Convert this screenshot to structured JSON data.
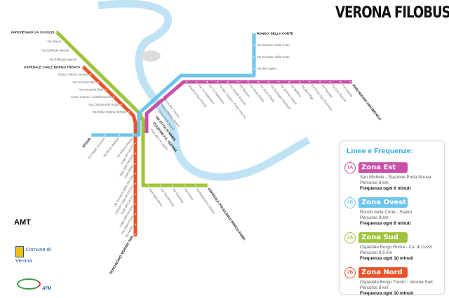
{
  "title": "VERONA FILOBUS",
  "colors": {
    "river": "#bfe3f5",
    "zona_est": "#c94fa8",
    "zona_ovest": "#6cc5ea",
    "zona_sud": "#9dc43a",
    "zona_nord": "#e8542a"
  },
  "legend": {
    "title": "Linee e Frequenze:",
    "zones": [
      {
        "code": "1A",
        "name": "Zona Est",
        "color": "#c94fa8",
        "route": "San Michele - Stazione Porta Nuova",
        "length": "Percorso 8 km",
        "frequency": "Frequenza ogni 6 minuti"
      },
      {
        "code": "1B",
        "name": "Zona Ovest",
        "color": "#6cc5ea",
        "route": "Rondò della Corte - Stadio",
        "length": "Percorso 8 km",
        "frequency": "Frequenza ogni 8 minuti"
      },
      {
        "code": "2A",
        "name": "Zona Sud",
        "color": "#9dc43a",
        "route": "Ospedale Borgo Roma - Ca' di Cozzi",
        "length": "Percorso 9,5 km",
        "frequency": "Frequenza ogni 10 minuti"
      },
      {
        "code": "2B",
        "name": "Zona Nord",
        "color": "#e8542a",
        "route": "Ospedale Borgo Trento - Verona Sud",
        "length": "Percorso 8 km",
        "frequency": "Frequenza  ogni 10 minuti"
      }
    ]
  },
  "stations": {
    "green_north": [
      "PARCHEGGIO CA' DI COZZI",
      "Via Tevere",
      "Via Goffredo Mameli",
      "Via Goffredo Mameli"
    ],
    "orange_north": [
      "OSPEDALE CIVILE BORGO TRENTO",
      "Piazza Vittorio Veneto",
      "Via IV Novembre",
      "Via Armando Diaz",
      "Corso Cavour / Castelvecchio",
      "Via Camploncini Scapi",
      "Via della Dogana Dorsale"
    ],
    "blue_north": [
      "RONDO' DELLA CORTE",
      "Via Girolamo della Corte",
      "Via Girolamo della Corte",
      "Via del Capitel"
    ],
    "pink_east": [
      "Stradone San Fermo",
      "Via XX Settembre",
      "Via XX Settembre",
      "Via San Nazaro / Porta Vescovo",
      "Via Fratelli Rosselli",
      "Via Barana",
      "Via Unità d'Italia",
      "Via Unità d'Italia",
      "Via Giuseppe Garibaldi",
      "Via Antonio Cesari",
      "Via Belfiore",
      "Via Alto Adige",
      "Via Porto San Pancrazio",
      "Via Marsala",
      "Via Ciro Menotti",
      "Via Gamba",
      "PARCHEGGIO SAN MICHELE"
    ],
    "center": [
      "Piazza Bra / Arena",
      "Piazza Renato Simoni",
      "Corso Porta Nuova",
      "VIA CITTÀ DI NIMES",
      "STAZIONE F.S. VERONA",
      "Piazzale XXV Aprile"
    ],
    "blue_west": [
      "STADIO",
      "Via Sogari Giovanni",
      "Via Bruno Barbieri",
      "Via Antonio Pisano"
    ],
    "orange_south": [
      "Viale del Lavoro",
      "Viale delle Nazioni",
      "Viale Piave",
      "Via Giovanni Dalla Vecchia",
      "FIERA / Viale del Lavoro",
      "Viale del Lavoro",
      "Viale dell'Industria",
      "Via Flavio Gioia",
      "Via Apollo",
      "PARCHEGGIO VERONA SUD"
    ],
    "green_south": [
      "Viale Agricoltura",
      "Via Scuderlando",
      "Via Tombetta",
      "Via Centro",
      "Via Bartolomeo Giuliari",
      "OSPEDALE POLICLINICO BORGO ROMA"
    ]
  },
  "logos": {
    "amt": "AMT",
    "comune": "Comune di Verona",
    "atm": "ATM"
  }
}
